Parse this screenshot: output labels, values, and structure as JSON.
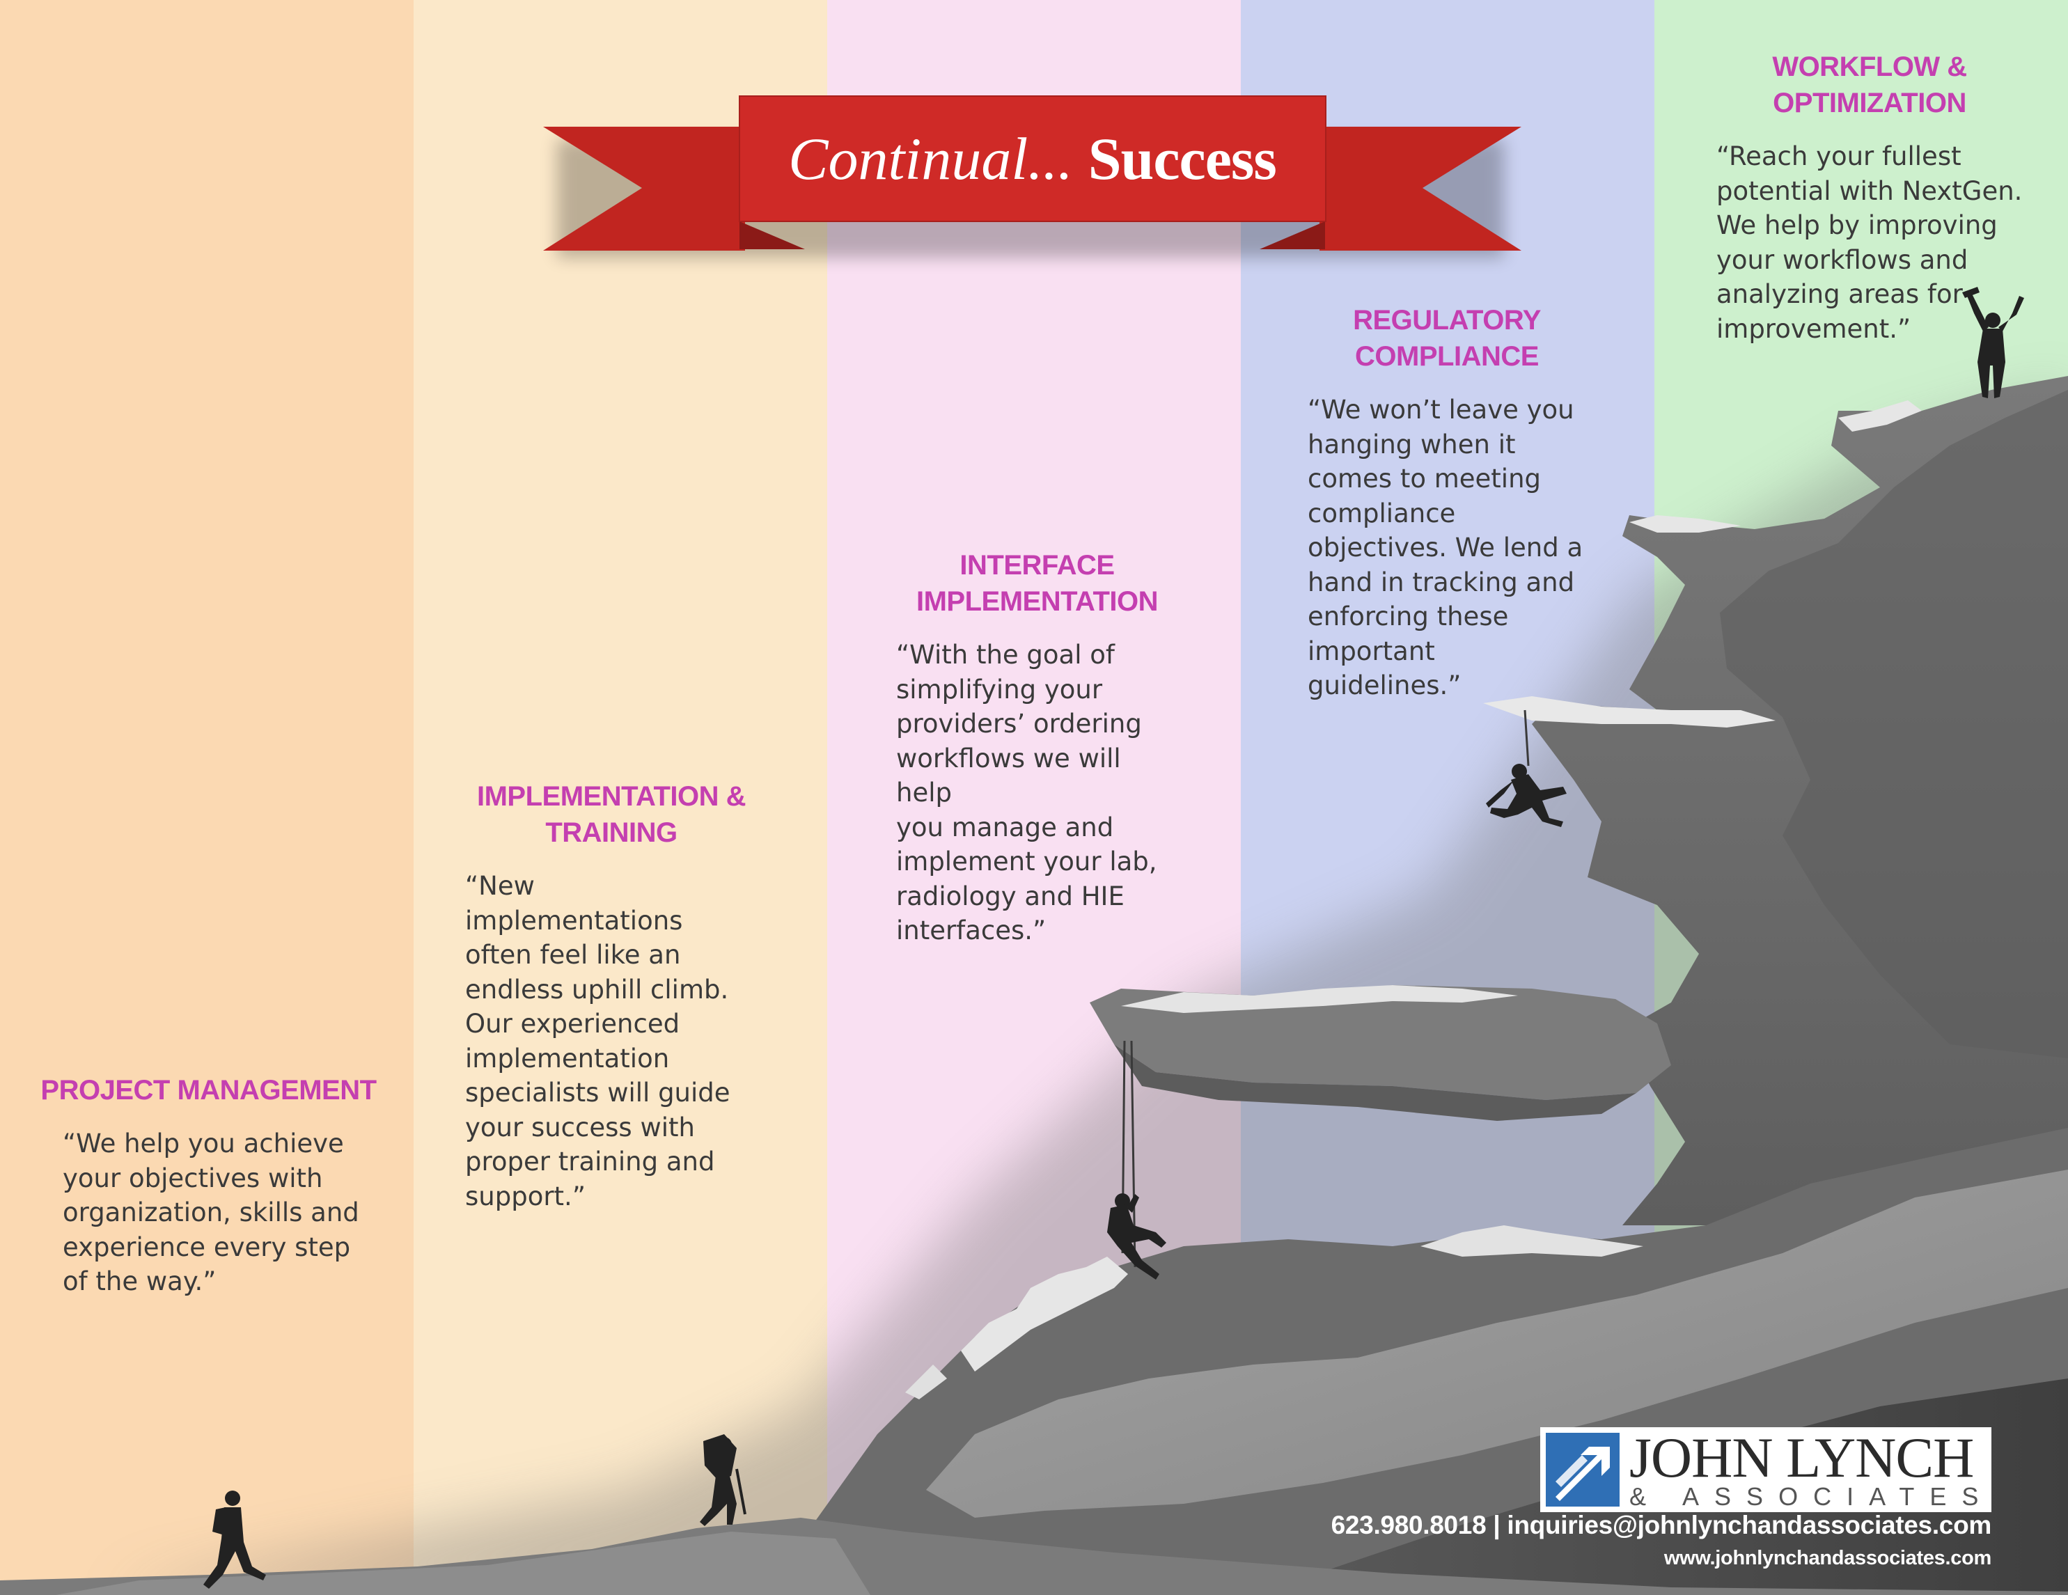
{
  "banner": {
    "part1": "Continual...",
    "part2": "Success",
    "color": "#cf2a27"
  },
  "bands": [
    {
      "name": "project-management",
      "color": "#fbd9b2"
    },
    {
      "name": "implementation-training",
      "color": "#fbe8c9"
    },
    {
      "name": "interface-implementation",
      "color": "#f9e0f2"
    },
    {
      "name": "regulatory-compliance",
      "color": "#cbd2f1"
    },
    {
      "name": "workflow-optimization",
      "color": "#cdf0cd"
    }
  ],
  "sections": [
    {
      "title_lines": [
        "PROJECT MANAGEMENT"
      ],
      "body_lines": [
        "“We help you achieve",
        "your objectives with",
        "organization, skills and",
        "experience every step",
        "of the way.”"
      ]
    },
    {
      "title_lines": [
        "IMPLEMENTATION &",
        "TRAINING"
      ],
      "body_lines": [
        "“New implementations",
        "often feel like an",
        "endless uphill climb.",
        "Our experienced",
        "implementation",
        "specialists will guide",
        "your success with",
        "proper training and",
        "support.”"
      ]
    },
    {
      "title_lines": [
        "INTERFACE",
        "IMPLEMENTATION"
      ],
      "body_lines": [
        "“With the goal of",
        "simplifying your",
        "providers’ ordering",
        "workflows we will help",
        "you manage and",
        "implement your lab,",
        "radiology and HIE",
        "interfaces.”"
      ]
    },
    {
      "title_lines": [
        "REGULATORY",
        "COMPLIANCE"
      ],
      "body_lines": [
        "“We won’t leave you",
        "hanging when it",
        "comes to meeting",
        "compliance",
        "objectives. We lend a",
        "hand in tracking and",
        "enforcing these",
        "important guidelines.”"
      ]
    },
    {
      "title_lines": [
        "WORKFLOW &",
        "OPTIMIZATION"
      ],
      "body_lines": [
        "“Reach your fullest",
        "potential with NextGen.",
        "We help by improving",
        "your workflows and",
        "analyzing areas for",
        "improvement.”"
      ]
    }
  ],
  "logo": {
    "name": "JOHN LYNCH",
    "sub": "& ASSOCIATES",
    "mark_color": "#2f6fb5"
  },
  "contact": {
    "phone": "623.980.8018",
    "separator": "|",
    "email": "inquiries@johnlynchandassociates.com",
    "website": "www.johnlynchandassociates.com"
  },
  "icons": [
    "hiker-icon",
    "backpacker-icon",
    "rope-climber-icon",
    "hanging-climber-icon",
    "summit-climber-icon",
    "logo-arrow-icon"
  ]
}
